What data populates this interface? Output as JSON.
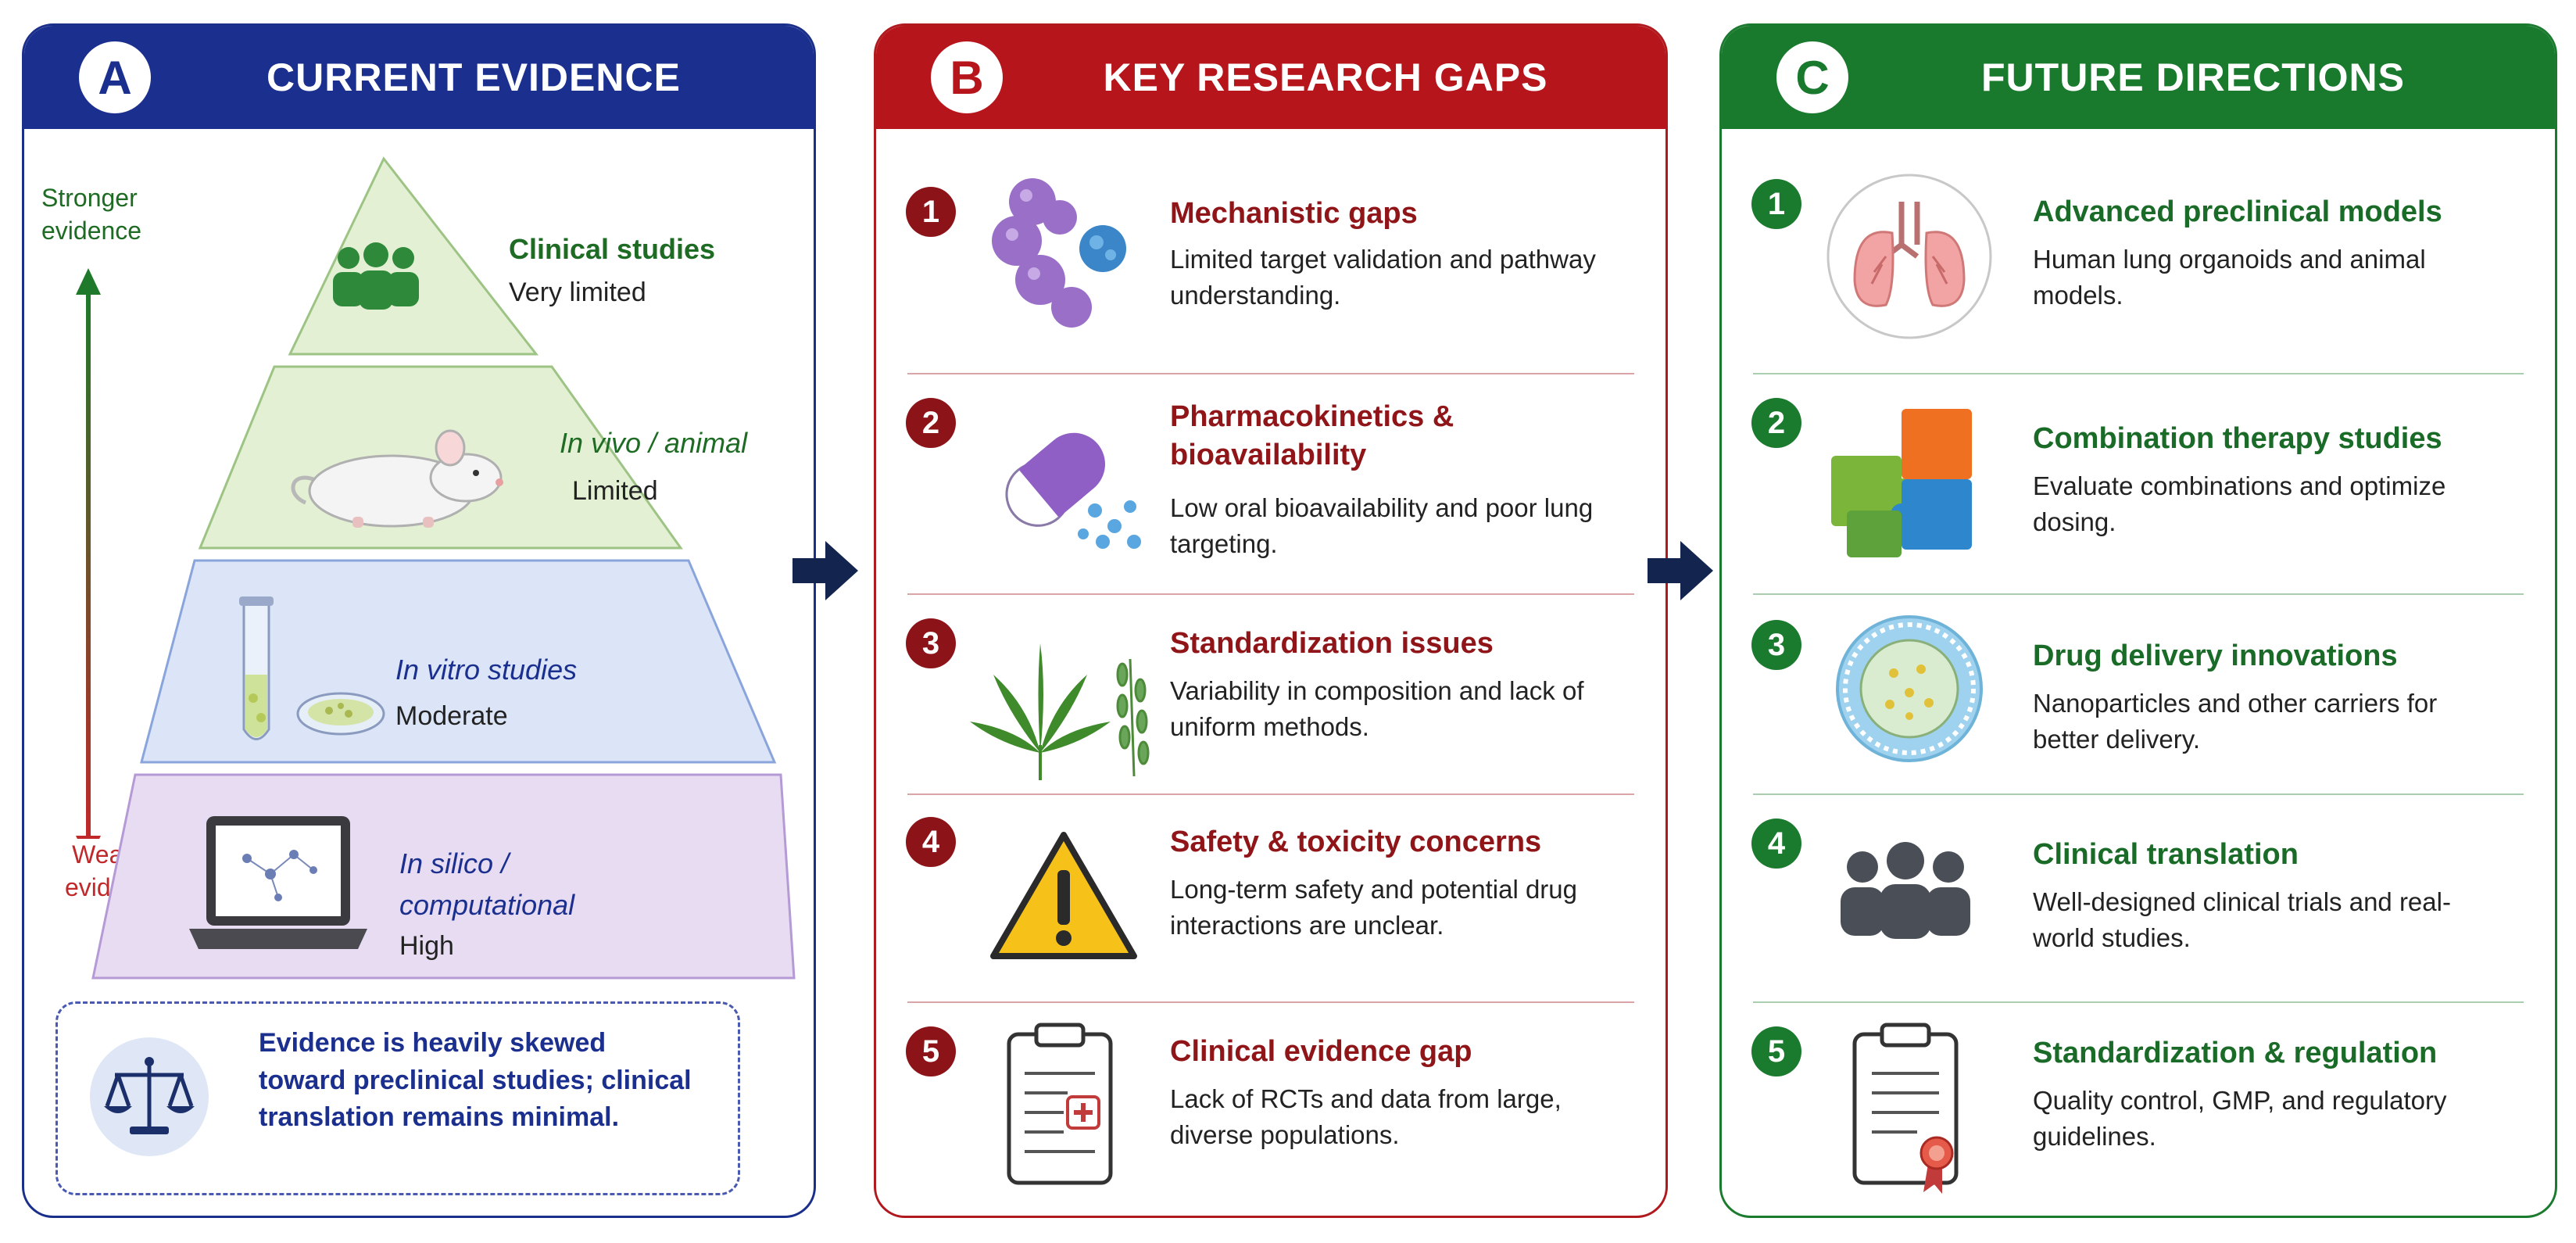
{
  "panels": {
    "a": {
      "letter": "A",
      "title": "CURRENT EVIDENCE",
      "stronger": "Stronger evidence",
      "weaker": "Weaker evidence",
      "tiers": [
        {
          "title": "Clinical studies",
          "level": "Very limited"
        },
        {
          "title": "In vivo / animal",
          "level": "Limited"
        },
        {
          "title": "In vitro studies",
          "level": "Moderate"
        },
        {
          "title_line1": "In silico /",
          "title_line2": "computational",
          "level": "High"
        }
      ],
      "callout": "Evidence is heavily skewed toward preclinical studies; clinical translation remains minimal."
    },
    "b": {
      "letter": "B",
      "title": "KEY RESEARCH GAPS",
      "items": [
        {
          "num": "1",
          "title": "Mechanistic gaps",
          "desc": "Limited target validation and pathway understanding.",
          "icon": "protein-icon"
        },
        {
          "num": "2",
          "title": "Pharmacokinetics & bioavailability",
          "desc": "Low oral bioavailability and poor lung targeting.",
          "icon": "capsule-icon"
        },
        {
          "num": "3",
          "title": "Standardization issues",
          "desc": "Variability in composition and lack of uniform methods.",
          "icon": "plant-icon"
        },
        {
          "num": "4",
          "title": "Safety & toxicity concerns",
          "desc": "Long-term safety and potential drug interactions are unclear.",
          "icon": "warning-icon"
        },
        {
          "num": "5",
          "title": "Clinical evidence gap",
          "desc": "Lack of RCTs and data from large, diverse populations.",
          "icon": "clipboard-icon"
        }
      ]
    },
    "c": {
      "letter": "C",
      "title": "FUTURE DIRECTIONS",
      "items": [
        {
          "num": "1",
          "title": "Advanced preclinical models",
          "desc": "Human lung organoids and animal models.",
          "icon": "lungs-icon"
        },
        {
          "num": "2",
          "title": "Combination therapy studies",
          "desc": "Evaluate combinations and optimize dosing.",
          "icon": "puzzle-icon"
        },
        {
          "num": "3",
          "title": "Drug delivery innovations",
          "desc": "Nanoparticles and other carriers for better delivery.",
          "icon": "nanoparticle-icon"
        },
        {
          "num": "4",
          "title": "Clinical translation",
          "desc": "Well-designed clinical trials and real-world studies.",
          "icon": "people-icon"
        },
        {
          "num": "5",
          "title": "Standardization & regulation",
          "desc": "Quality control, GMP, and regulatory guidelines.",
          "icon": "certificate-icon"
        }
      ]
    }
  },
  "colors": {
    "blue": "#1b2f8f",
    "red": "#b5151b",
    "green": "#197a2e",
    "navy_arrow": "#13254f"
  }
}
